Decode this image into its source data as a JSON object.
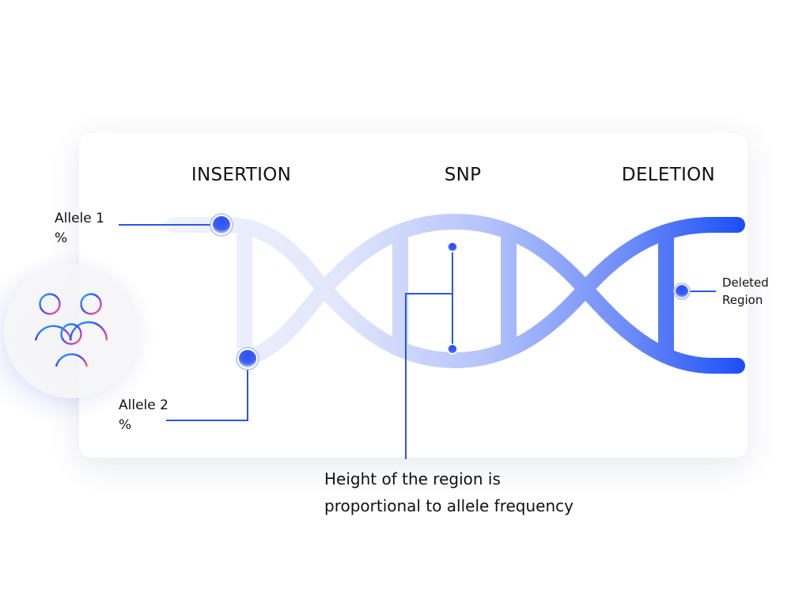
{
  "headings": {
    "insertion": "INSERTION",
    "snp": "SNP",
    "deletion": "DELETION"
  },
  "labels": {
    "allele1": [
      "Allele 1",
      "%"
    ],
    "allele2": [
      "Allele 2",
      "%"
    ],
    "deleted": [
      "Deleted",
      "Region"
    ]
  },
  "note": [
    "Height of the region is",
    "proportional to allele frequency"
  ],
  "icons": {
    "people": "people-group-icon"
  },
  "colors": {
    "accent": "#1a4cf5",
    "light": "#eef1fb",
    "text": "#111111"
  }
}
